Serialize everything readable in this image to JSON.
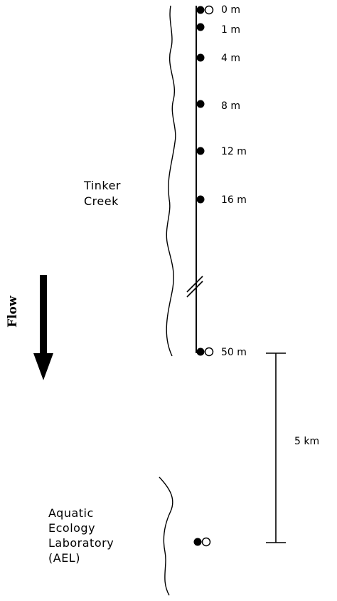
{
  "creek": {
    "name_line1": "Tinker",
    "name_line2": "Creek"
  },
  "flow": {
    "label": "Flow"
  },
  "stations": [
    {
      "label": "0 m",
      "marker": "filled-and-open"
    },
    {
      "label": "1 m",
      "marker": "filled"
    },
    {
      "label": "4 m",
      "marker": "filled"
    },
    {
      "label": "8 m",
      "marker": "filled"
    },
    {
      "label": "12 m",
      "marker": "filled"
    },
    {
      "label": "16 m",
      "marker": "filled"
    },
    {
      "label": "50 m",
      "marker": "filled-and-open"
    }
  ],
  "scale_bar": {
    "label": "5 km"
  },
  "ael": {
    "line1": "Aquatic",
    "line2": "Ecology",
    "line3": "Laboratory",
    "line4": "(AEL)",
    "marker": "filled-and-open"
  },
  "colors": {
    "ink": "#000000",
    "background": "#ffffff"
  }
}
